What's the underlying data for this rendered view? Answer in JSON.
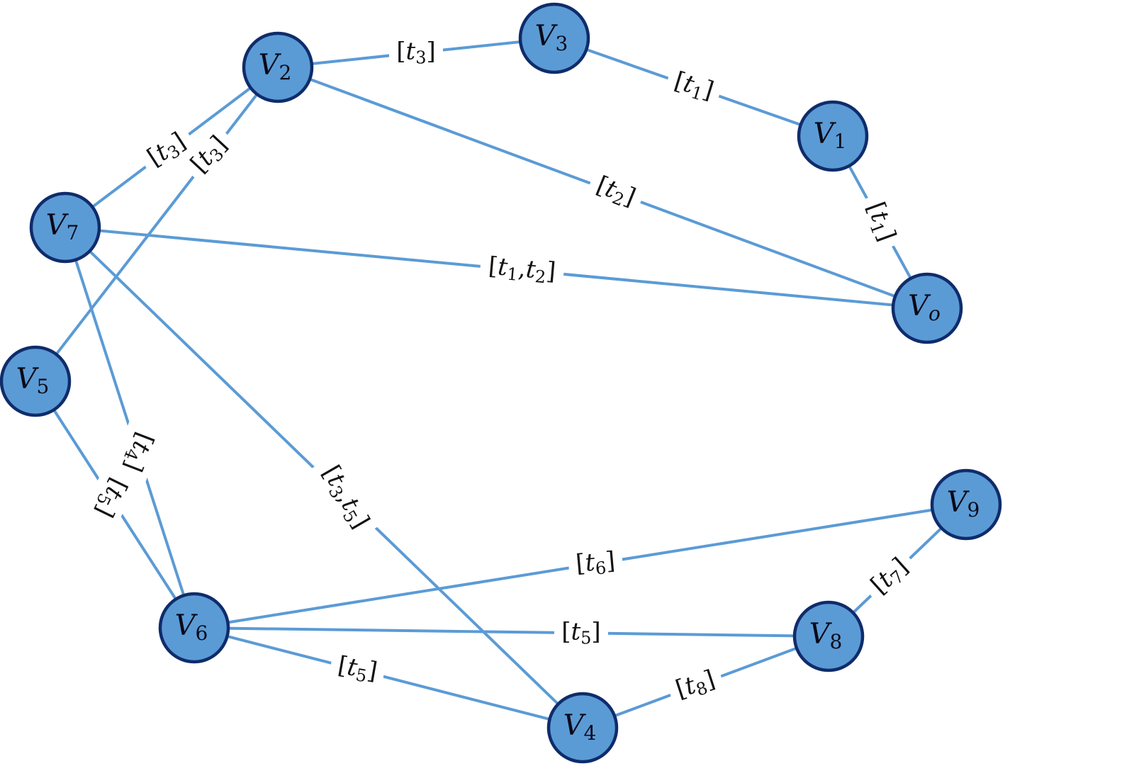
{
  "nodes": [
    {
      "id": "V0",
      "label": "V",
      "sub": "o"
    },
    {
      "id": "V1",
      "label": "V",
      "sub": "1"
    },
    {
      "id": "V2",
      "label": "V",
      "sub": "2"
    },
    {
      "id": "V3",
      "label": "V",
      "sub": "3"
    },
    {
      "id": "V4",
      "label": "V",
      "sub": "4"
    },
    {
      "id": "V5",
      "label": "V",
      "sub": "5"
    },
    {
      "id": "V6",
      "label": "V",
      "sub": "6"
    },
    {
      "id": "V7",
      "label": "V",
      "sub": "7"
    },
    {
      "id": "V8",
      "label": "V",
      "sub": "8"
    },
    {
      "id": "V9",
      "label": "V",
      "sub": "9"
    }
  ],
  "edges": [
    {
      "from": "V2",
      "to": "V3",
      "label": [
        [
          "t",
          "3"
        ]
      ]
    },
    {
      "from": "V3",
      "to": "V1",
      "label": [
        [
          "t",
          "1"
        ]
      ]
    },
    {
      "from": "V1",
      "to": "V0",
      "label": [
        [
          "t",
          "1"
        ]
      ]
    },
    {
      "from": "V7",
      "to": "V2",
      "label": [
        [
          "t",
          "3"
        ]
      ]
    },
    {
      "from": "V5",
      "to": "V2",
      "label": [
        [
          "t",
          "3"
        ]
      ]
    },
    {
      "from": "V2",
      "to": "V0",
      "label": [
        [
          "t",
          "2"
        ]
      ]
    },
    {
      "from": "V7",
      "to": "V0",
      "label": [
        [
          "t",
          "1"
        ],
        [
          "t",
          "2"
        ]
      ]
    },
    {
      "from": "V7",
      "to": "V6",
      "label": [
        [
          "t",
          "4"
        ]
      ]
    },
    {
      "from": "V7",
      "to": "V4",
      "label": [
        [
          "t",
          "3"
        ],
        [
          "t",
          "5"
        ]
      ]
    },
    {
      "from": "V5",
      "to": "V6",
      "label": [
        [
          "t",
          "5"
        ]
      ]
    },
    {
      "from": "V6",
      "to": "V9",
      "label": [
        [
          "t",
          "6"
        ]
      ]
    },
    {
      "from": "V6",
      "to": "V8",
      "label": [
        [
          "t",
          "5"
        ]
      ]
    },
    {
      "from": "V6",
      "to": "V4",
      "label": [
        [
          "t",
          "5"
        ]
      ]
    },
    {
      "from": "V4",
      "to": "V8",
      "label": [
        [
          "t",
          "8"
        ]
      ]
    },
    {
      "from": "V8",
      "to": "V9",
      "label": [
        [
          "t",
          "7"
        ]
      ]
    }
  ],
  "colors": {
    "node_fill": "#5b9bd5",
    "node_stroke": "#0f2c6b",
    "edge": "#5b9bd5",
    "text": "#111111"
  }
}
